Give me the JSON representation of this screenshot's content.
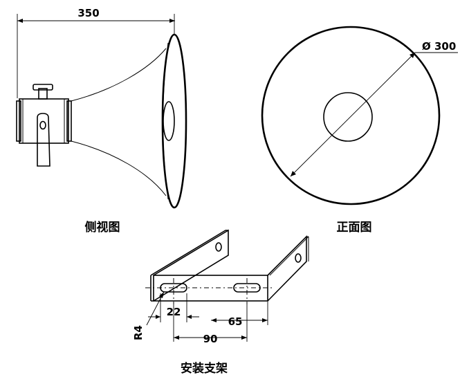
{
  "side_view": {
    "caption": "侧视图",
    "length_dim": "350"
  },
  "front_view": {
    "caption": "正面图",
    "diameter_dim": "Ø 300"
  },
  "bracket": {
    "caption": "安装支架",
    "slot_width_dim": "22",
    "slot_length_dim": "65",
    "slot_spacing_dim": "90",
    "radius_dim": "R4"
  }
}
